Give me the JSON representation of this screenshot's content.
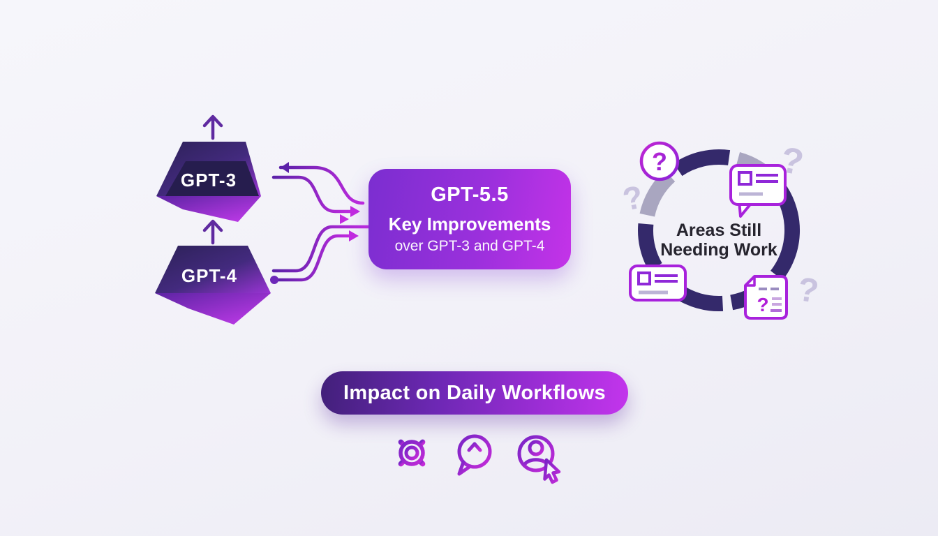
{
  "models": {
    "gpt3": {
      "label": "GPT-3"
    },
    "gpt4": {
      "label": "GPT-4"
    }
  },
  "center_box": {
    "title": "GPT-5.5",
    "subtitle": "Key Improvements",
    "subtext": "over GPT-3 and GPT-4"
  },
  "ring": {
    "label_line1": "Areas Still",
    "label_line2": "Needing Work",
    "question_mark": "?"
  },
  "impact": {
    "label": "Impact on Daily Workflows"
  },
  "icons": {
    "bottom": [
      "gear-icon",
      "chat-upload-icon",
      "user-cursor-icon"
    ],
    "ring": [
      "question-circle-icon",
      "chat-card-icon",
      "card-icon",
      "question-note-icon"
    ]
  },
  "colors": {
    "background": "#f3f2f9",
    "dark_navy": "#2e2360",
    "purple": "#7b2ed0",
    "magenta": "#c433e8",
    "ring_dark": "#34296b",
    "ring_light": "#a9a6c0",
    "icon_stroke": "#a822dc",
    "light_lavender": "#c9c3df",
    "text_dark": "#26242e"
  }
}
